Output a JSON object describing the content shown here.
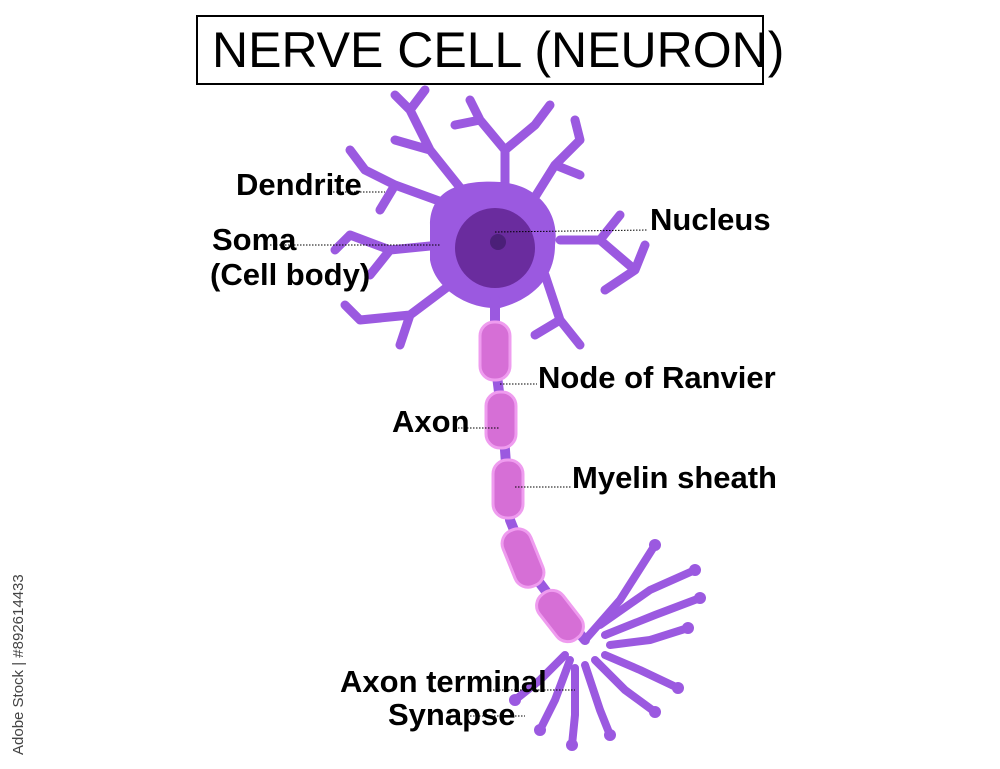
{
  "title": "NERVE CELL (NEURON)",
  "labels": {
    "dendrite": "Dendrite",
    "soma": "Soma",
    "cell_body": "(Cell body)",
    "nucleus": "Nucleus",
    "node_of_ranvier": "Node of Ranvier",
    "axon": "Axon",
    "myelin_sheath": "Myelin sheath",
    "axon_terminal": "Axon terminal",
    "synapse": "Synapse"
  },
  "watermark": "Adobe Stock | #892614433",
  "colors": {
    "neuron": "#9b59e0",
    "nucleus_outer": "#6a2c9e",
    "nucleus_inner": "#4b1f78",
    "myelin": "#d66fd6",
    "myelin_highlight": "#ef9cef",
    "leader": "#000000"
  }
}
